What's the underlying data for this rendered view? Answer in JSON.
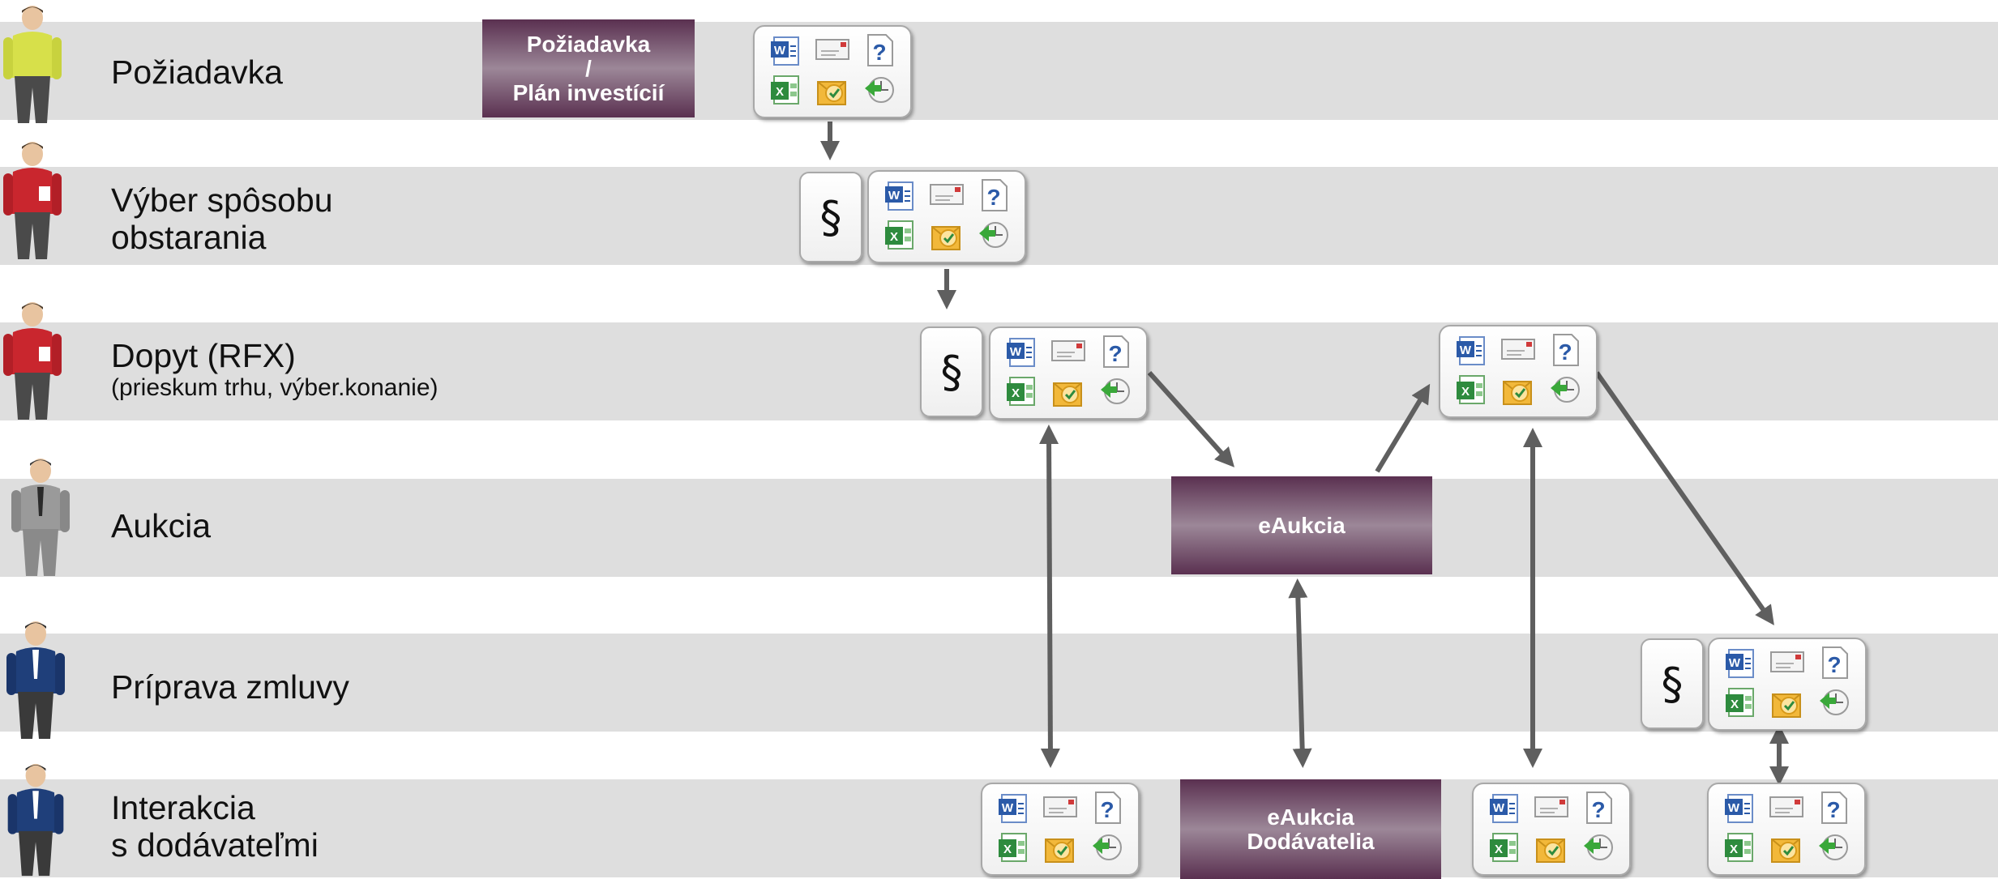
{
  "lanes": [
    {
      "label": "Požiadavka"
    },
    {
      "label": "Výber spôsobu",
      "label2": "obstarania"
    },
    {
      "label": "Dopyt (RFX)",
      "sub": "(prieskum trhu, výber.konanie)"
    },
    {
      "label": "Aukcia"
    },
    {
      "label": "Príprava zmluvy"
    },
    {
      "label": "Interakcia",
      "label2": "s dodávateľmi"
    }
  ],
  "process_boxes": {
    "request_line1": "Požiadavka",
    "request_line2": "/",
    "request_line3": "Plán investícií",
    "eauction": "eAukcia",
    "eauction_suppliers_line1": "eAukcia",
    "eauction_suppliers_line2": "Dodávatelia"
  },
  "paragraph_symbol": "§",
  "tool_icons": [
    "word-icon",
    "email-icon",
    "help-icon",
    "excel-icon",
    "outlook-icon",
    "workflow-icon"
  ],
  "colors": {
    "lane_bg": "#dedede",
    "process_box": "#6b3b5f",
    "arrow": "#5f5f5f",
    "person_yellow": "#d7e04a",
    "person_red": "#c9262e",
    "person_gray": "#9a9a9a",
    "person_blue": "#1f3f7a"
  }
}
